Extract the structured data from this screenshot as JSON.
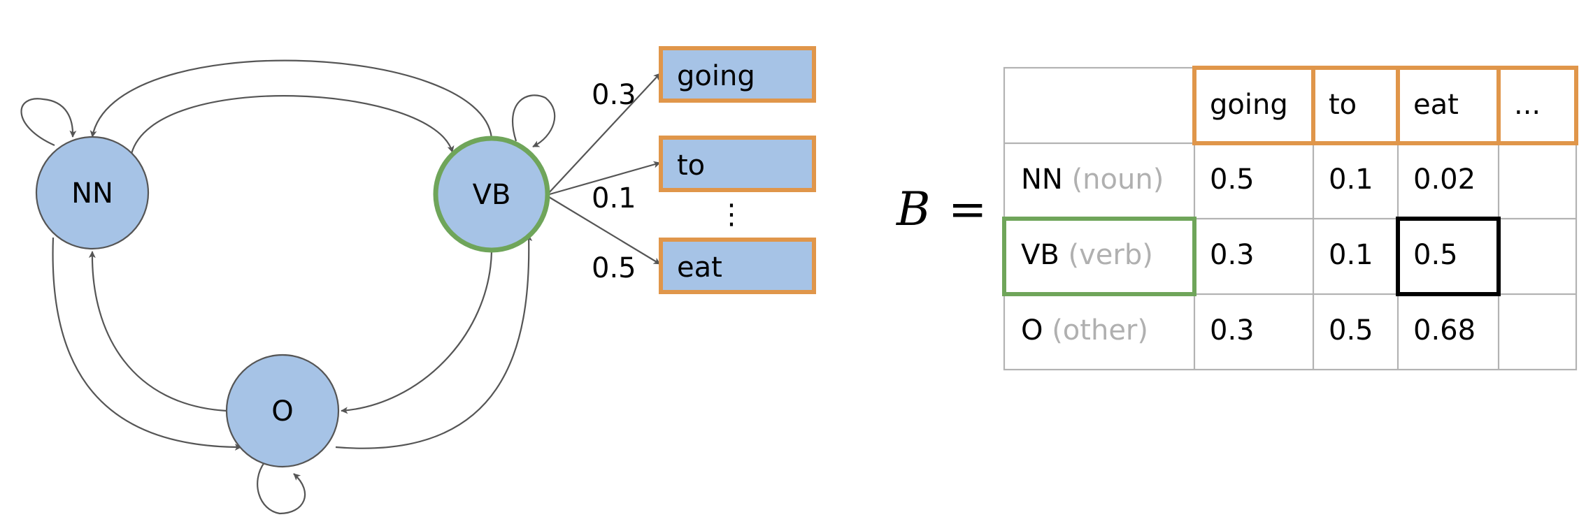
{
  "colors": {
    "node_fill": "#a6c3e6",
    "node_stroke": "#555555",
    "selected_state": "#6fa55a",
    "word_box": "#e0964a",
    "highlight_cell": "#000000",
    "muted_text": "#b0b0b0"
  },
  "graph": {
    "states": [
      {
        "id": "NN",
        "label": "NN"
      },
      {
        "id": "VB",
        "label": "VB",
        "selected": true
      },
      {
        "id": "O",
        "label": "O"
      }
    ],
    "emissions": [
      {
        "prob": "0.3",
        "word": "going"
      },
      {
        "prob": "0.1",
        "word": "to"
      },
      {
        "prob": "0.5",
        "word": "eat"
      }
    ],
    "ellipsis": "⋮"
  },
  "matrix": {
    "symbol": "B",
    "equals": "=",
    "columns": [
      "going",
      "to",
      "eat",
      "..."
    ],
    "rows": [
      {
        "tag": "NN",
        "desc": "(noun)",
        "values": [
          "0.5",
          "0.1",
          "0.02",
          ""
        ]
      },
      {
        "tag": "VB",
        "desc": "(verb)",
        "values": [
          "0.3",
          "0.1",
          "0.5",
          ""
        ]
      },
      {
        "tag": "O",
        "desc": "(other)",
        "values": [
          "0.3",
          "0.5",
          "0.68",
          ""
        ]
      }
    ]
  }
}
